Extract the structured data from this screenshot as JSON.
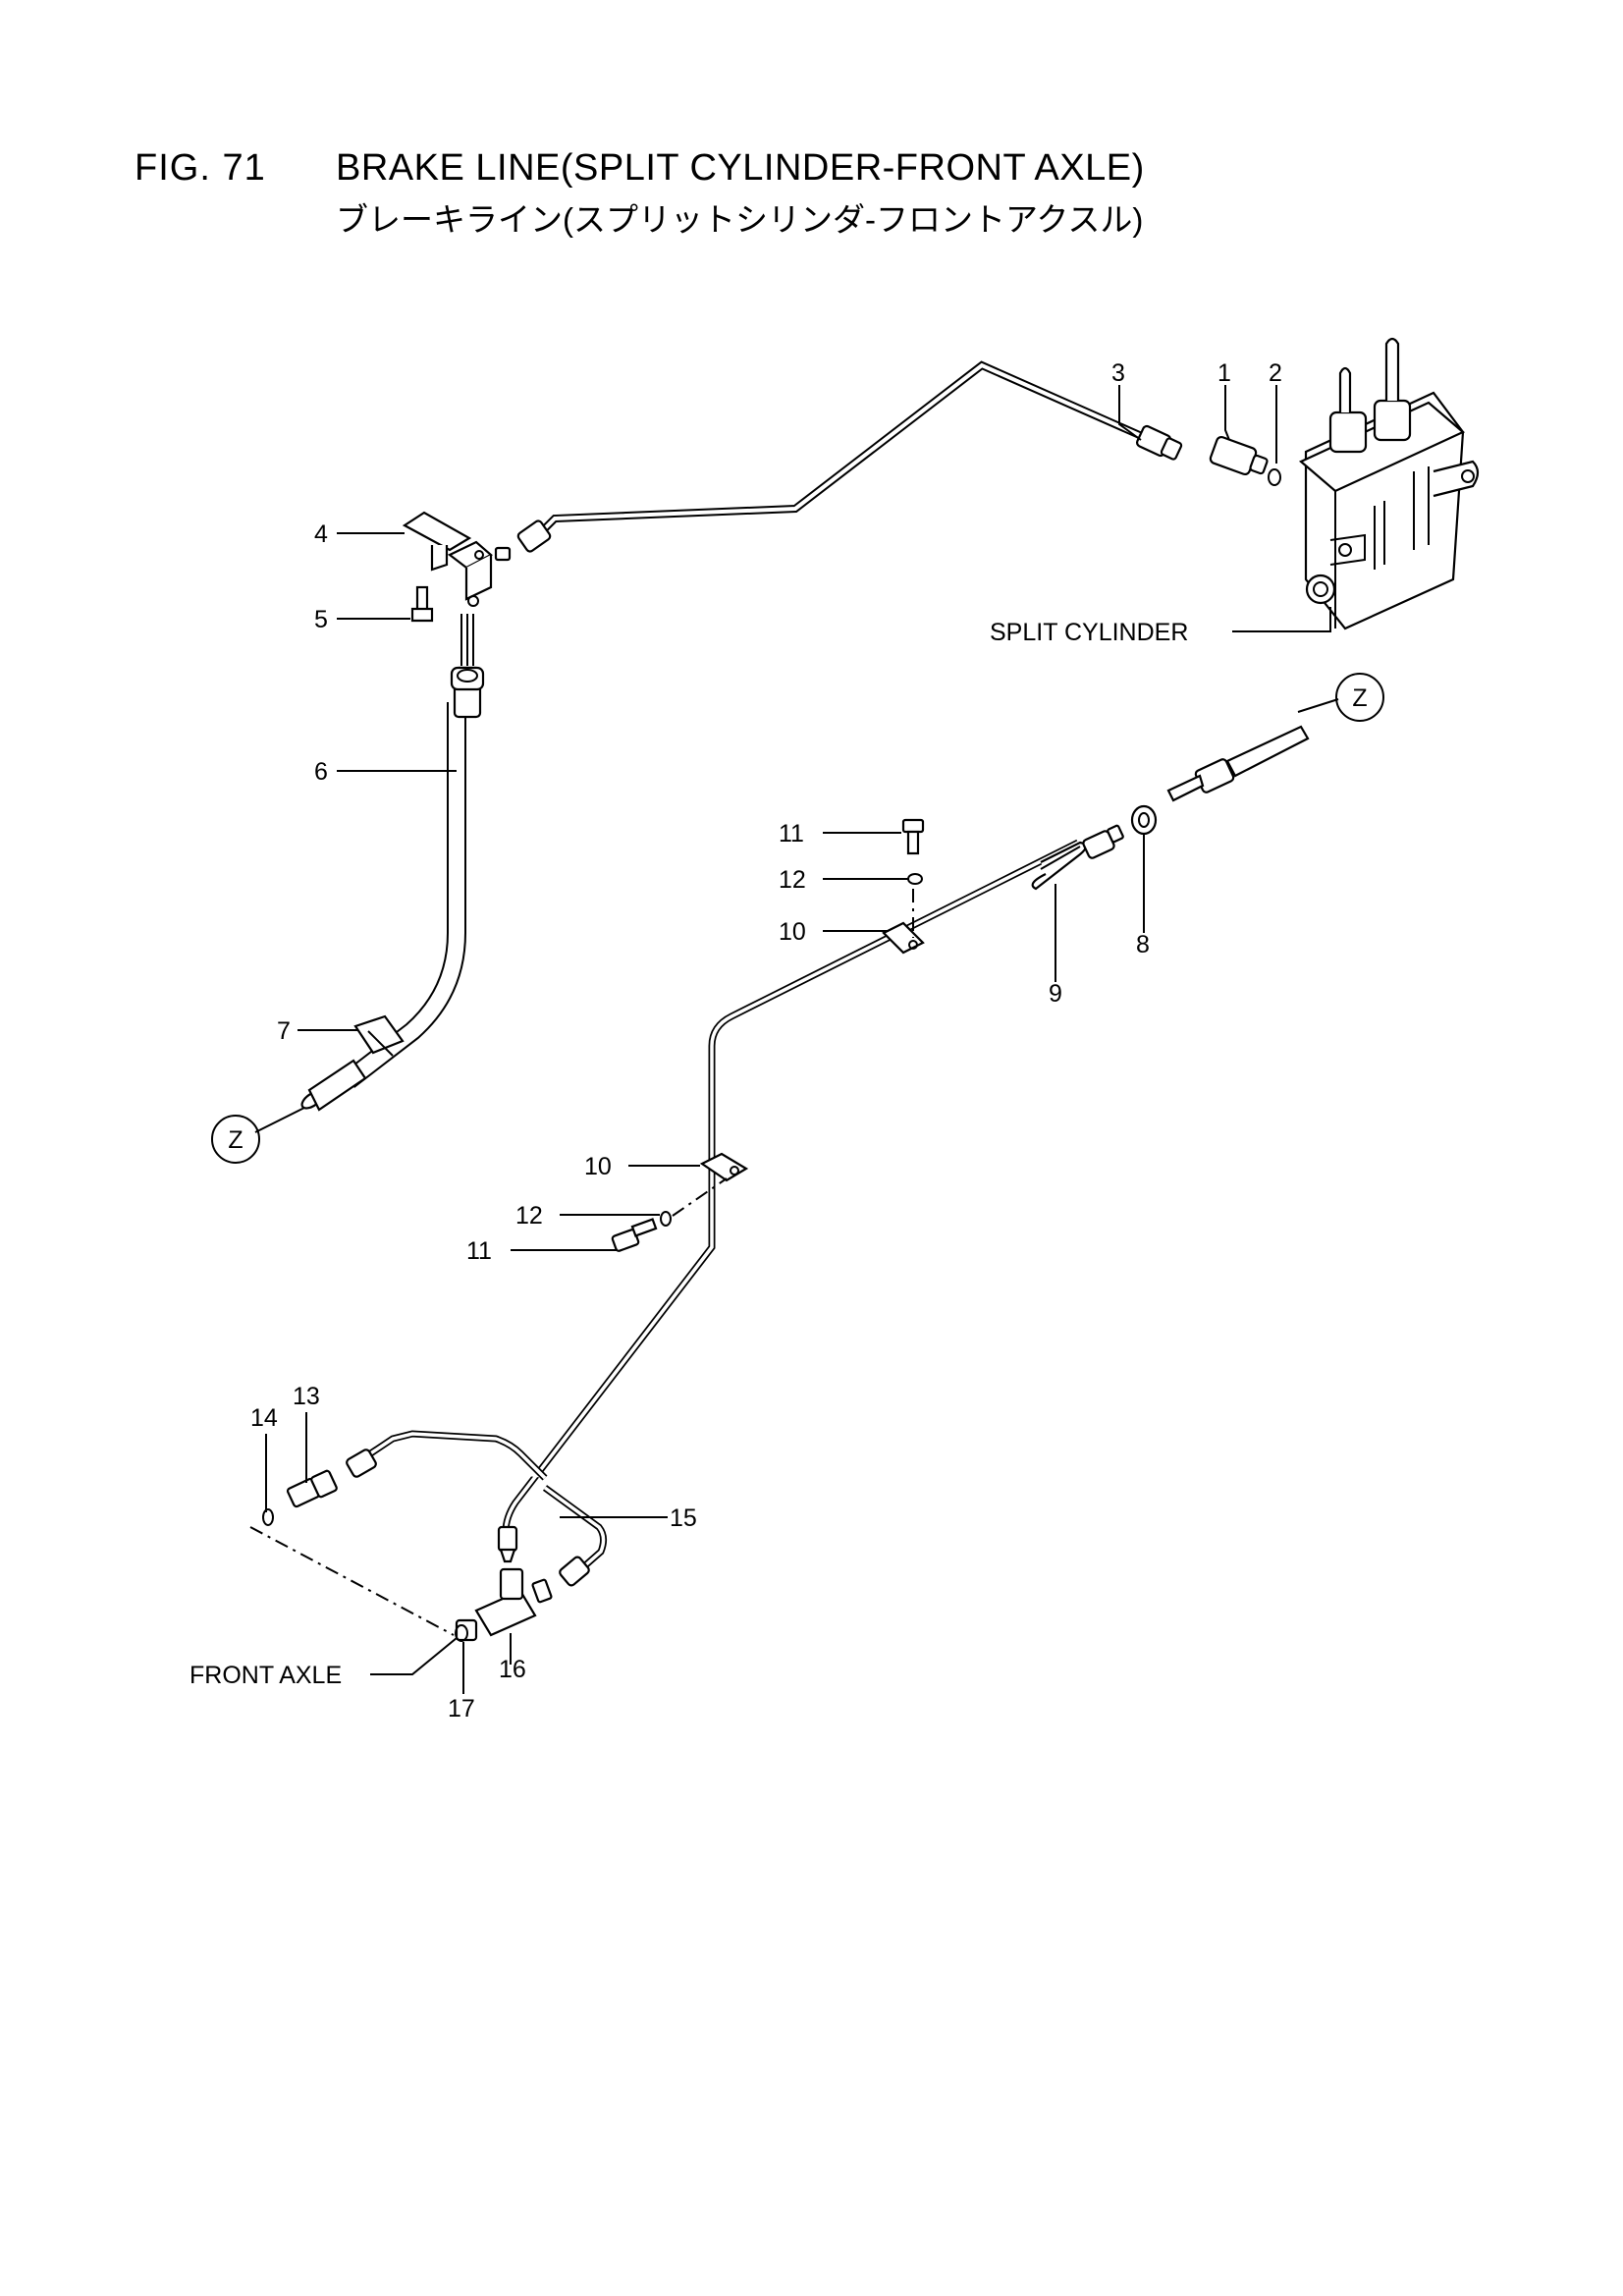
{
  "header": {
    "fig_number": "FIG. 71",
    "title": "BRAKE LINE(SPLIT CYLINDER-FRONT AXLE)",
    "subtitle": "ブレーキライン(スプリットシリンダ-フロントアクスル)"
  },
  "callouts": [
    {
      "id": "c1",
      "text": "1"
    },
    {
      "id": "c2",
      "text": "2"
    },
    {
      "id": "c3",
      "text": "3"
    },
    {
      "id": "c4",
      "text": "4"
    },
    {
      "id": "c5",
      "text": "5"
    },
    {
      "id": "c6",
      "text": "6"
    },
    {
      "id": "c7",
      "text": "7"
    },
    {
      "id": "c8",
      "text": "8"
    },
    {
      "id": "c9",
      "text": "9"
    },
    {
      "id": "c10a",
      "text": "10"
    },
    {
      "id": "c10b",
      "text": "10"
    },
    {
      "id": "c11a",
      "text": "11"
    },
    {
      "id": "c11b",
      "text": "11"
    },
    {
      "id": "c12a",
      "text": "12"
    },
    {
      "id": "c12b",
      "text": "12"
    },
    {
      "id": "c13",
      "text": "13"
    },
    {
      "id": "c14",
      "text": "14"
    },
    {
      "id": "c15",
      "text": "15"
    },
    {
      "id": "c16",
      "text": "16"
    },
    {
      "id": "c17",
      "text": "17"
    }
  ],
  "component_labels": {
    "split_cylinder": "SPLIT CYLINDER",
    "front_axle": "FRONT AXLE"
  },
  "connection_marks": {
    "z_top": "Z",
    "z_left": "Z"
  }
}
